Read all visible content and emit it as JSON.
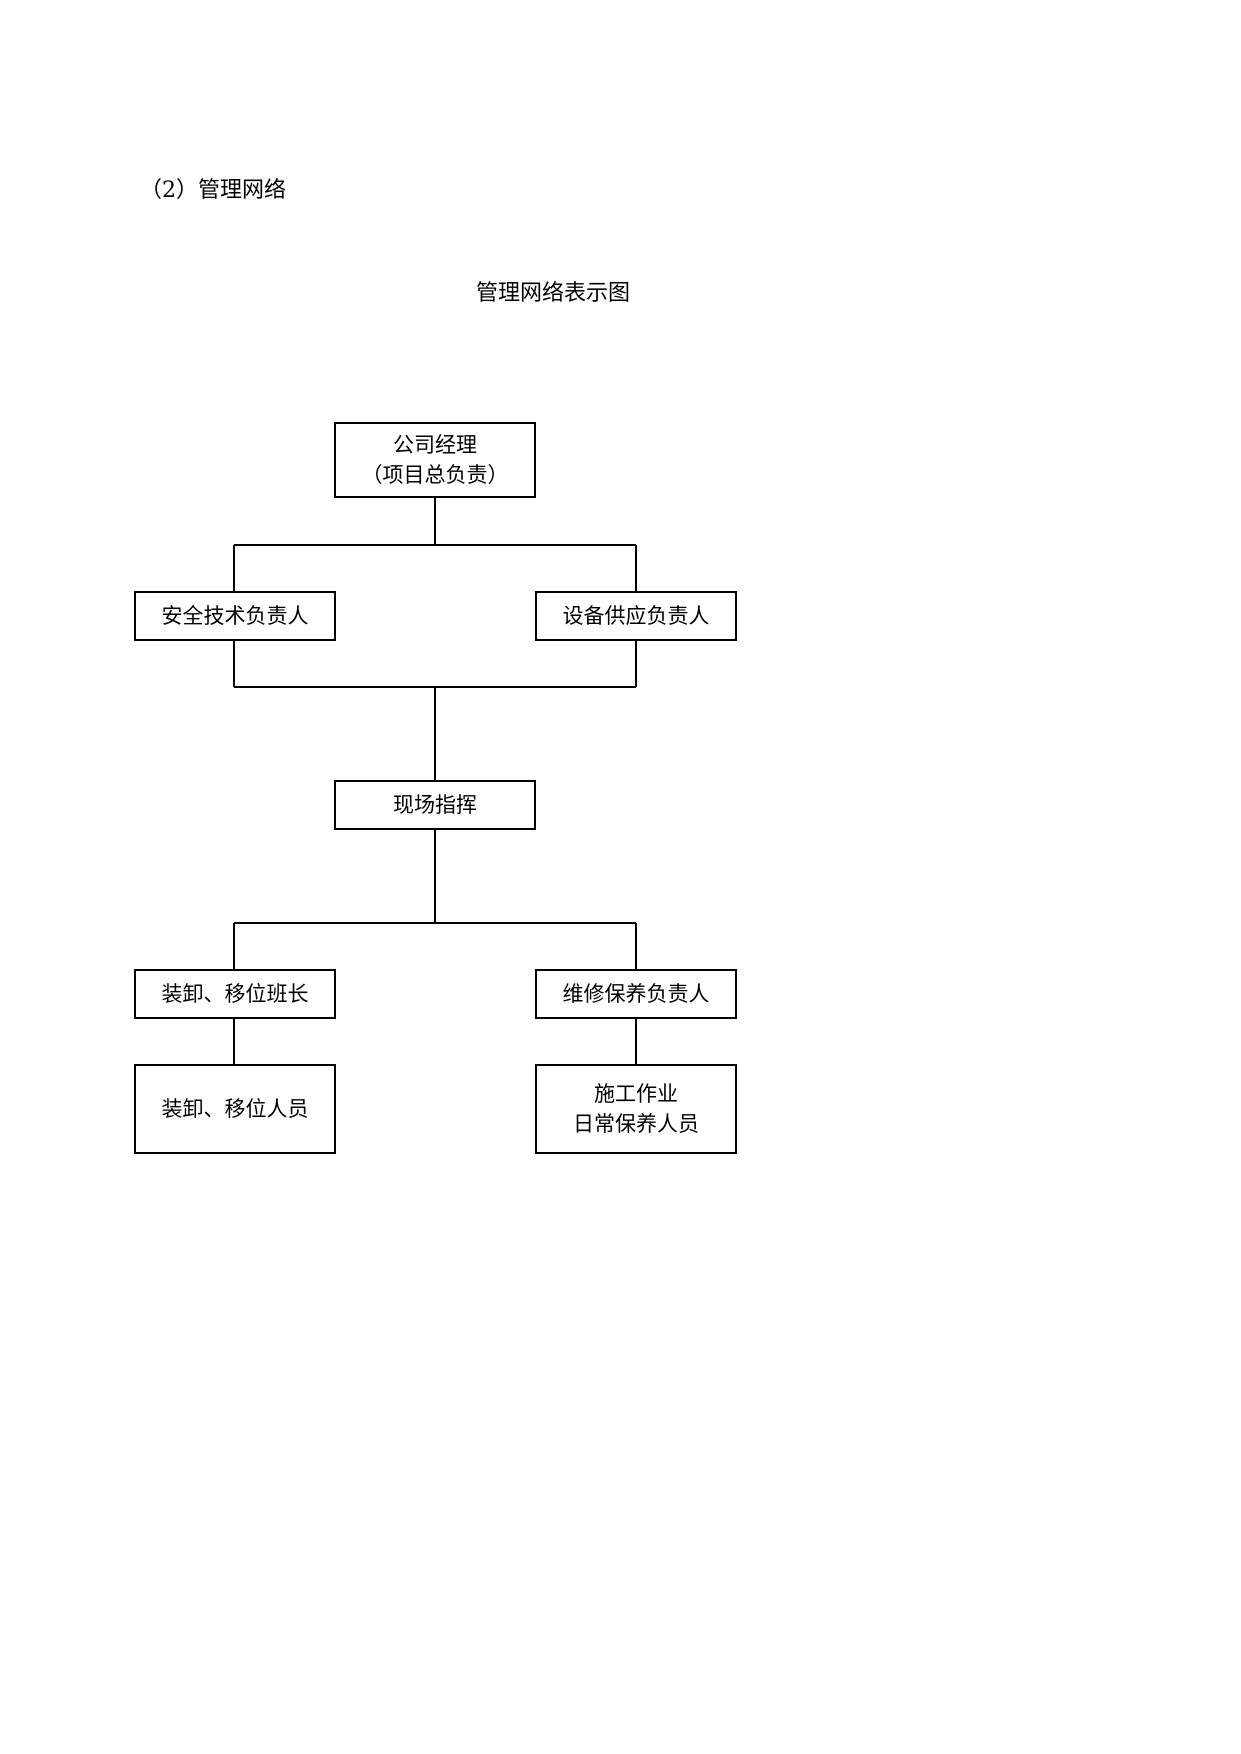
{
  "section_heading": "（2）管理网络",
  "diagram_title": "管理网络表示图",
  "nodes": {
    "company_manager": {
      "line1": "公司经理",
      "line2": "（项目总负责）"
    },
    "safety_tech_lead": {
      "label": "安全技术负责人"
    },
    "equipment_supply_lead": {
      "label": "设备供应负责人"
    },
    "site_command": {
      "label": "现场指挥"
    },
    "loading_shift_leader": {
      "label": "装卸、移位班长"
    },
    "maintenance_lead": {
      "label": "维修保养负责人"
    },
    "loading_staff": {
      "label": "装卸、移位人员"
    },
    "construction_staff": {
      "line1": "施工作业",
      "line2": "日常保养人员"
    }
  }
}
